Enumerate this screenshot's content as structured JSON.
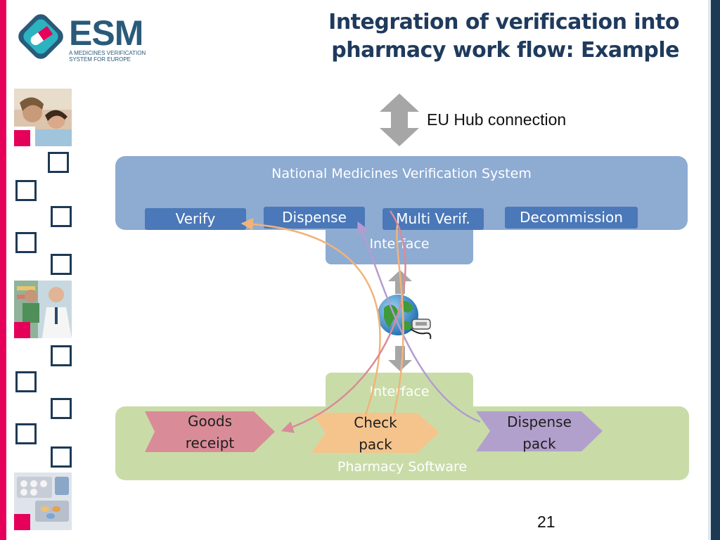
{
  "logo": {
    "brand": "ESM",
    "subtitle_line1": "A Medicines Verification",
    "subtitle_line2": "System for Europe",
    "colors": {
      "primary": "#2a5a7a",
      "accent": "#e5005a",
      "teal": "#2bb3c0"
    }
  },
  "title": {
    "line1": "Integration of verification into",
    "line2": "pharmacy work flow: Example"
  },
  "hub": {
    "label": "EU Hub connection"
  },
  "nmvs": {
    "label": "National Medicines Verification System",
    "interface_label": "Interface",
    "buttons": {
      "verify": "Verify",
      "dispense": "Dispense",
      "multi_verif": "Multi Verif.",
      "decommission": "Decommission"
    },
    "color": "#8eabd2",
    "button_color": "#4b78b8"
  },
  "pharmacy": {
    "label": "Pharmacy Software",
    "interface_label": "Interface",
    "steps": {
      "goods_receipt": {
        "line1": "Goods",
        "line2": "receipt",
        "color": "#d98c98"
      },
      "check_pack": {
        "line1": "Check",
        "line2": "pack",
        "color": "#f5c48c"
      },
      "dispense_pack": {
        "line1": "Dispense",
        "line2": "pack",
        "color": "#b2a0cc"
      }
    },
    "color": "#c9dca8"
  },
  "flow_colors": {
    "orange": "#f2b37a",
    "purple": "#b39dd0",
    "pink": "#d98c98"
  },
  "sidebar": {
    "icons": [
      "people-photo-icon",
      "pharmacist-photo-icon",
      "pills-photo-icon"
    ],
    "decor": "square-outline-icon"
  },
  "footer": {
    "page_number": "21"
  }
}
